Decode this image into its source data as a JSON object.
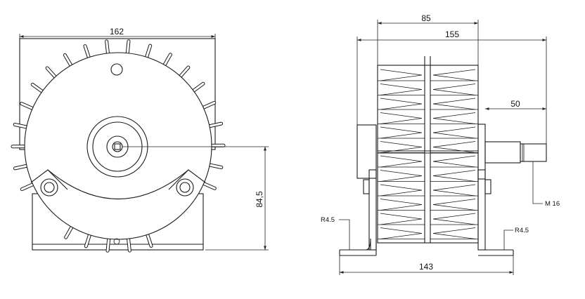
{
  "front_view": {
    "dim_width": "162",
    "dim_height": "84,5"
  },
  "side_view": {
    "dim_inner_width": "85",
    "dim_overall_width": "155",
    "dim_shaft_length": "50",
    "dim_base_width": "143",
    "thread_label": "M 16",
    "radius_left": "R4.5",
    "radius_right": "R4.5"
  }
}
